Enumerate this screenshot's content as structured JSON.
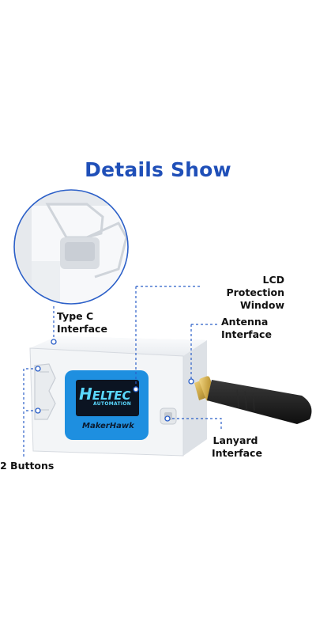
{
  "title": "Details Show",
  "labels": {
    "type_c": [
      "Type C",
      "Interface"
    ],
    "lcd": [
      "LCD Protection",
      "Window"
    ],
    "antenna": [
      "Antenna",
      "Interface"
    ],
    "lanyard": [
      "Lanyard",
      "Interface"
    ],
    "buttons": "2 Buttons"
  },
  "screen": {
    "brand": "ELTEC",
    "brand_initial": "H",
    "sub": "AUTOMATION",
    "maker": "MakerHawk"
  },
  "colors": {
    "accent": "#1f4fb8",
    "screen_blue": "#1e8fe0",
    "enclosure": "#f1f3f6",
    "antenna": "#1a1a1a",
    "connector": "#c9a444"
  }
}
